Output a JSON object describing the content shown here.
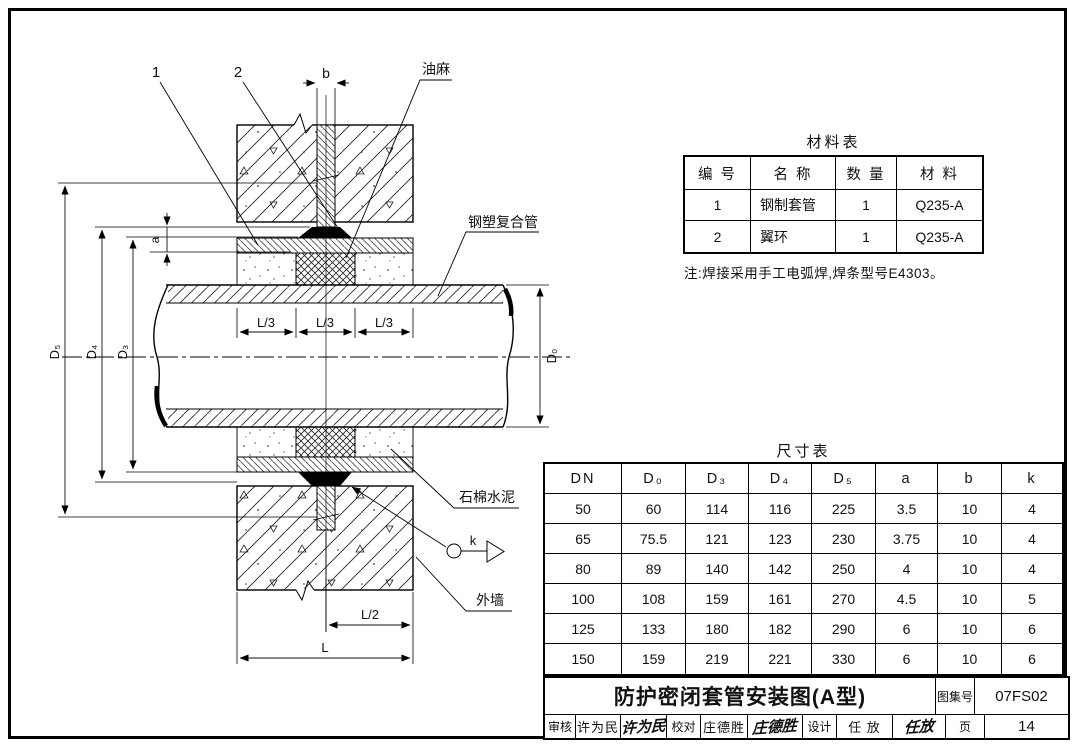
{
  "drawing_labels": {
    "callout_1": "1",
    "callout_2": "2",
    "oakum": "油麻",
    "composite_pipe": "钢塑复合管",
    "asbestos_cement": "石棉水泥",
    "exterior_wall": "外墙",
    "dim_b": "b",
    "dim_a": "a",
    "dim_d0": "D₀",
    "dim_d3": "D₃",
    "dim_d4": "D₄",
    "dim_d5": "D₅",
    "dim_l3": "L/3",
    "dim_l2": "L/2",
    "dim_l": "L",
    "weld_size": "k"
  },
  "materials_table": {
    "title": "材料表",
    "headers": [
      "编 号",
      "名 称",
      "数 量",
      "材 料"
    ],
    "rows": [
      [
        "1",
        "钢制套管",
        "1",
        "Q235-A"
      ],
      [
        "2",
        "翼环",
        "1",
        "Q235-A"
      ]
    ],
    "note": "注:焊接采用手工电弧焊,焊条型号E4303。"
  },
  "dimension_table": {
    "title": "尺寸表",
    "headers": [
      "DN",
      "D₀",
      "D₃",
      "D₄",
      "D₅",
      "a",
      "b",
      "k"
    ],
    "rows": [
      [
        "50",
        "60",
        "114",
        "116",
        "225",
        "3.5",
        "10",
        "4"
      ],
      [
        "65",
        "75.5",
        "121",
        "123",
        "230",
        "3.75",
        "10",
        "4"
      ],
      [
        "80",
        "89",
        "140",
        "142",
        "250",
        "4",
        "10",
        "4"
      ],
      [
        "100",
        "108",
        "159",
        "161",
        "270",
        "4.5",
        "10",
        "5"
      ],
      [
        "125",
        "133",
        "180",
        "182",
        "290",
        "6",
        "10",
        "6"
      ],
      [
        "150",
        "159",
        "219",
        "221",
        "330",
        "6",
        "10",
        "6"
      ]
    ]
  },
  "title_block": {
    "title": "防护密闭套管安装图(A型)",
    "atlas_label": "图集号",
    "atlas_no": "07FS02",
    "page_label": "页",
    "page_no": "14",
    "reviewer_label": "审核",
    "reviewer_name": "许为民",
    "reviewer_sig": "许为民",
    "checker_label": "校对",
    "checker_name": "庄德胜",
    "checker_sig": "庄德胜",
    "designer_label": "设计",
    "designer_name": "任 放",
    "designer_sig": "任放"
  }
}
